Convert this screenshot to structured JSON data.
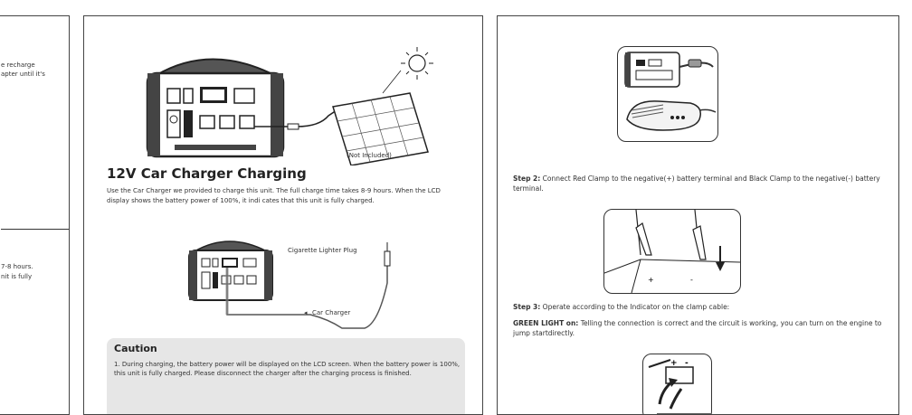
{
  "left_page": {
    "line1": "e recharge",
    "line2": "apter until it's",
    "line3": "7-8 hours.",
    "line4": "nit is fully"
  },
  "middle_page": {
    "not_included": "(Not Included)",
    "title": "12V Car Charger Charging",
    "body": "Use the Car Charger we provided to charge this unit. The full charge time takes 8-9 hours. When the LCD display shows the battery power of 100%, it indi cates that this unit is fully charged.",
    "plug_label": "Cigarette Lighter Plug",
    "charger_label": "Car Charger",
    "caution_title": "Caution",
    "caution_text": "1. During charging, the battery power will be displayed on the LCD screen. When the battery power is 100%, this unit is fully charged. Please disconnect the charger after the charging process is finished."
  },
  "right_page": {
    "step2_label": "Step 2:",
    "step2_text": "Connect Red Clamp to the negative(+) battery terminal and Black Clamp to the negative(-) battery terminal.",
    "step3_label": "Step 3:",
    "step3_text": "Operate according to the Indicator on the clamp cable:",
    "green_label": "GREEN LIGHT on:",
    "green_text": "Telling the connection is correct and the circuit is working, you can turn on the engine to jump startdirectly."
  }
}
